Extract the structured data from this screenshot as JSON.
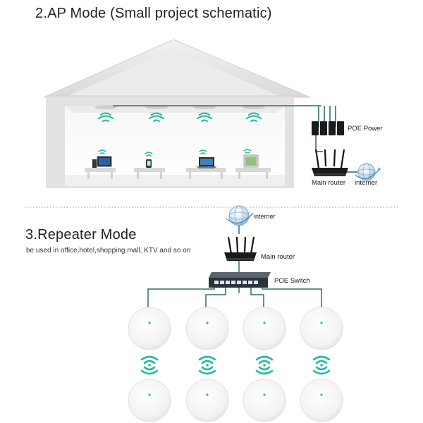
{
  "section_ap": {
    "title": "2.AP Mode (Small project schematic)",
    "poe_power_label": "POE Power",
    "main_router_label": "Main router",
    "internet_label": "interner"
  },
  "section_repeater": {
    "title": "3.Repeater Mode",
    "subtitle": "be used in office,hotel,shopping mall, KTV and so on",
    "internet_label": "interner",
    "main_router_label": "Main router",
    "poe_switch_label": "POE Switch"
  },
  "colors": {
    "wifi": "#1fb9a0",
    "cable": "#2f6f6a",
    "house": "#e6e6e6"
  }
}
